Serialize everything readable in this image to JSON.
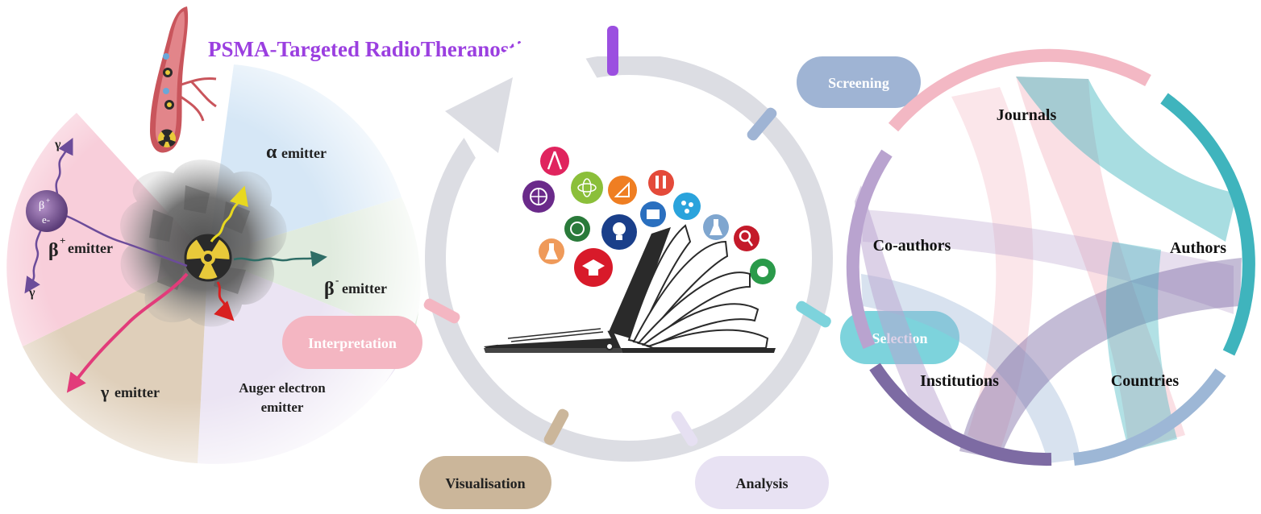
{
  "title": "PSMA-Targeted RadioTheranostics",
  "emitters": {
    "alpha_symbol": "α",
    "alpha_label": "emitter",
    "beta_plus_symbol": "β",
    "beta_plus_sup": "+",
    "beta_plus_label": "emitter",
    "beta_minus_symbol": "β",
    "beta_minus_sup": "-",
    "beta_minus_label": "emitter",
    "gamma_symbol": "γ",
    "gamma_label": "emitter",
    "auger_line1": "Auger electron",
    "auger_line2": "emitter",
    "particle_beta": "β",
    "particle_beta_sup": "+",
    "particle_e": "e-",
    "gamma_ray_top": "γ",
    "gamma_ray_bottom": "γ"
  },
  "cycle_steps": {
    "screening": "Screening",
    "selection": "Selection",
    "analysis": "Analysis",
    "visualisation": "Visualisation",
    "interpretation": "Interpretation"
  },
  "chord_labels": {
    "journals": "Journals",
    "authors": "Authors",
    "co_authors": "Co-authors",
    "institutions": "Institutions",
    "countries": "Countries"
  },
  "colors": {
    "title": "#9b3fe0",
    "screening": "#9fb4d4",
    "selection": "#7dd3dc",
    "analysis": "#e6e0f2",
    "visualisation": "#cbb69a",
    "interpretation": "#f4b6c2",
    "cycle_ring": "#dcdde3",
    "alpha_sector": "#cfe3f4",
    "beta_minus_sector": "#d9e6d6",
    "beta_plus_sector": "#f7c6d3",
    "gamma_sector": "#d8c6ae",
    "auger_sector": "#e6ddf0",
    "journals_arc": "#f3b8c4",
    "authors_arc": "#3fb4bd",
    "coauthors_arc": "#b9a3cf",
    "institutions_arc": "#7d6ba3",
    "countries_arc": "#9db7d6"
  },
  "icons": [
    "compass-icon",
    "globe-icon",
    "atom-icon",
    "ruler-icon",
    "pencil-icon",
    "palette-icon",
    "book-icon",
    "flask-icon",
    "earth-icon",
    "lightbulb-icon",
    "magnifier-icon",
    "graduation-cap-icon",
    "laptop-icon"
  ]
}
